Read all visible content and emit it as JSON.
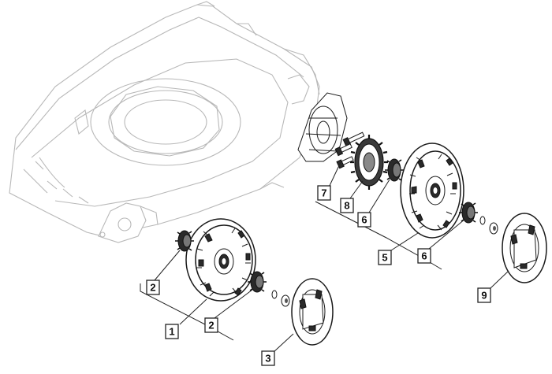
{
  "callouts": [
    {
      "id": "c1",
      "label": "1"
    },
    {
      "id": "c2a",
      "label": "2"
    },
    {
      "id": "c2b",
      "label": "2"
    },
    {
      "id": "c3",
      "label": "3"
    },
    {
      "id": "c5",
      "label": "5"
    },
    {
      "id": "c6a",
      "label": "6"
    },
    {
      "id": "c6b",
      "label": "6"
    },
    {
      "id": "c7",
      "label": "7"
    },
    {
      "id": "c8",
      "label": "8"
    },
    {
      "id": "c9",
      "label": "9"
    }
  ]
}
